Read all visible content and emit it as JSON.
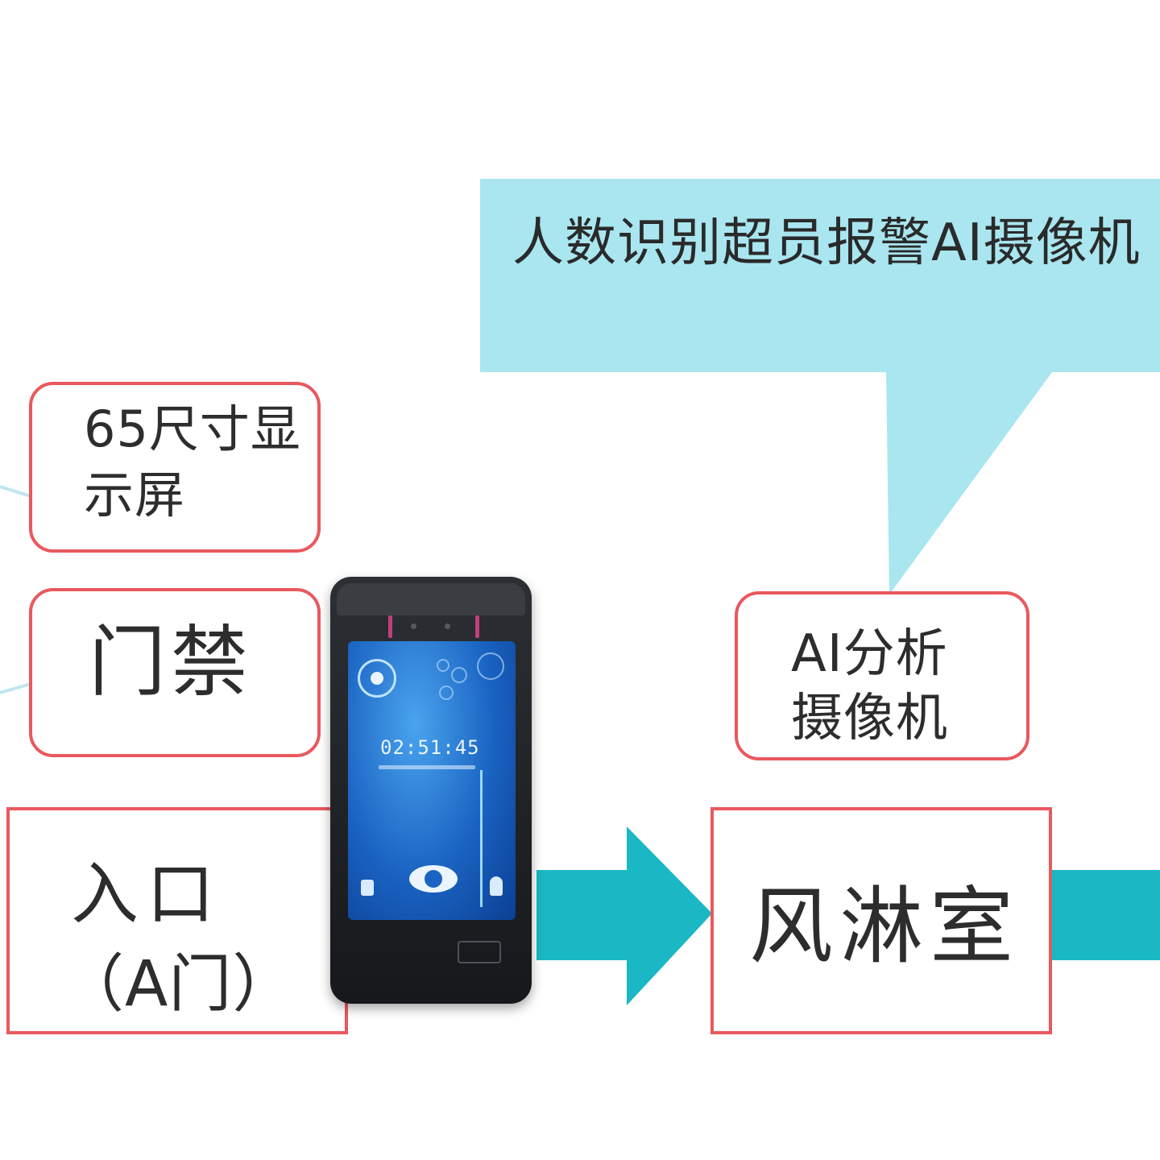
{
  "colors": {
    "box_border": "#e8595e",
    "arrow": "#1ab7c4",
    "callout": "#a9e6f0",
    "connector": "#bfe6ef",
    "text": "#2d2d2d"
  },
  "callout": {
    "text": "人数识别超员报警AI摄像机"
  },
  "display_label": {
    "text": "65尺寸显示屏"
  },
  "door_label": {
    "text": "门禁"
  },
  "entrance": {
    "line1": "入口",
    "line2": "（A门）"
  },
  "ai_camera": {
    "text": "AI分析摄像机"
  },
  "air_shower": {
    "text": "风淋室"
  },
  "device": {
    "clock": "02:51:45",
    "icons": [
      "face-scan-icon",
      "eye-icon",
      "lock-icon",
      "person-icon",
      "card-reader-icon"
    ]
  }
}
